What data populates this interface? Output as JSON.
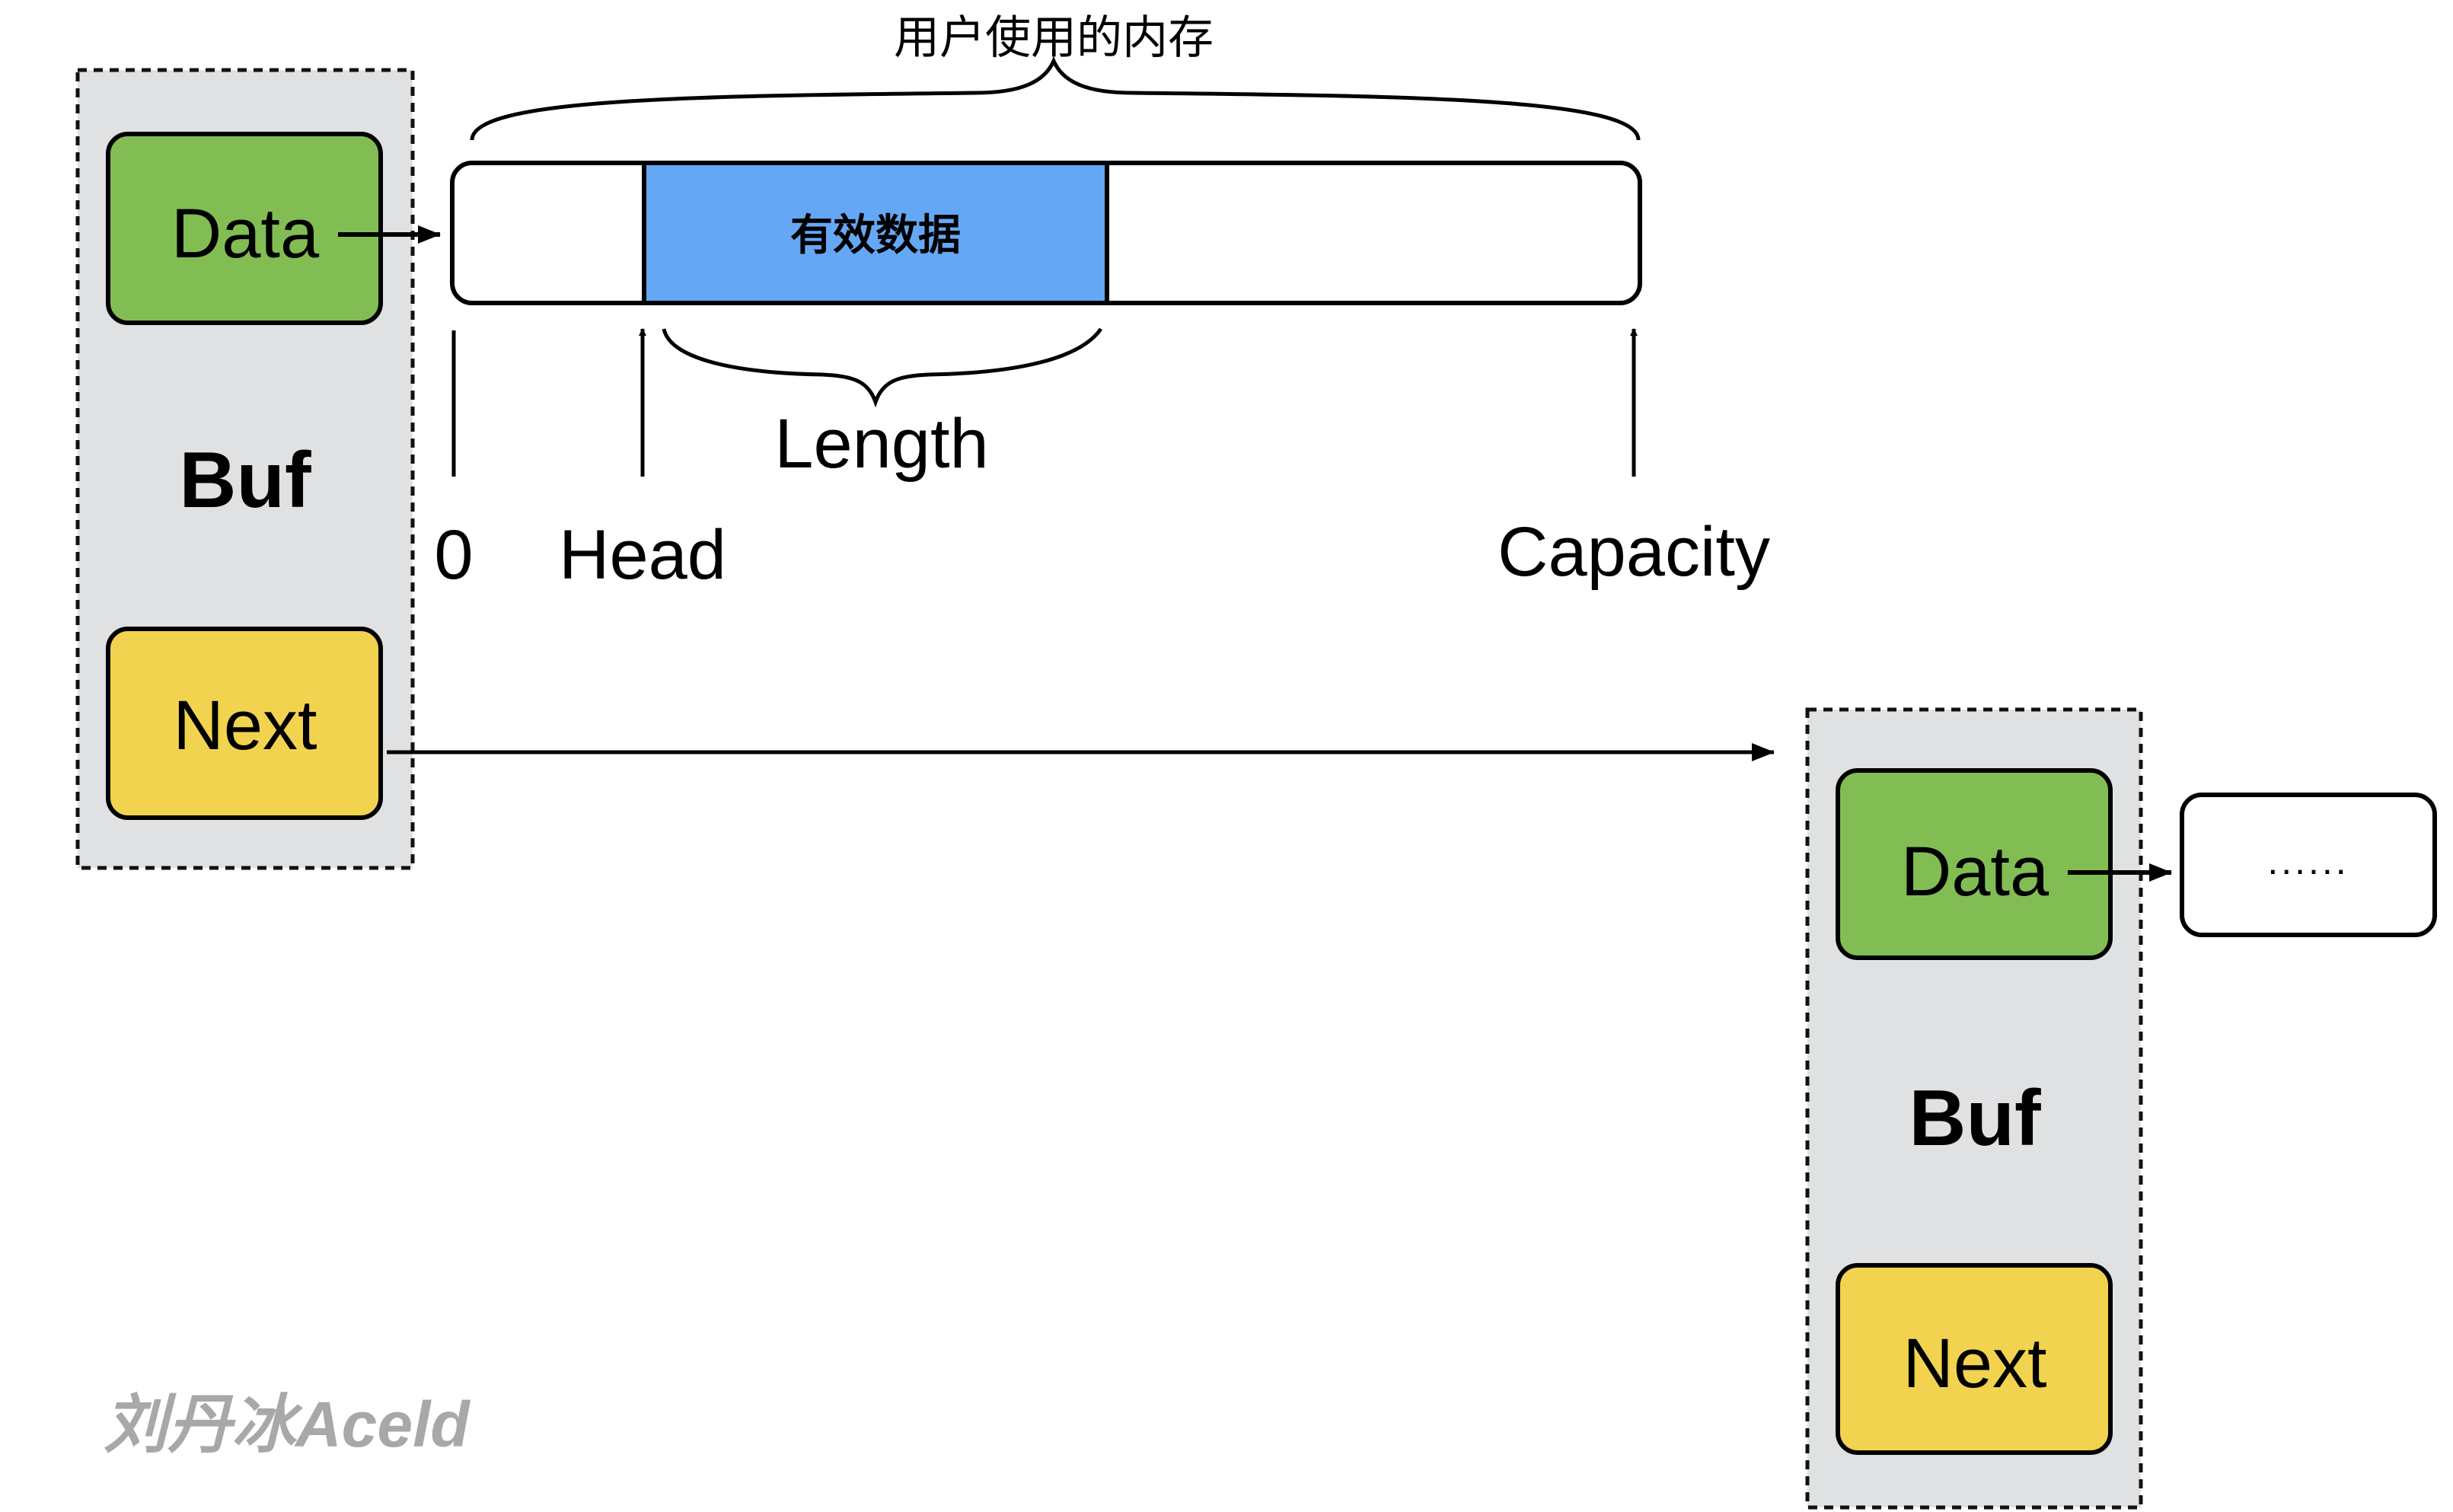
{
  "memory_caption": "用户使用的内存",
  "valid_data_label": "有效数据",
  "length_label": "Length",
  "offsets": {
    "zero": "0",
    "head": "Head",
    "capacity": "Capacity"
  },
  "buf1": {
    "title": "Buf",
    "data_label": "Data",
    "next_label": "Next"
  },
  "buf2": {
    "title": "Buf",
    "data_label": "Data",
    "next_label": "Next"
  },
  "next_memory_label": "......",
  "watermark": "刘丹冰Aceld",
  "colors": {
    "buf_bg": "#e0e1e3",
    "data_green": "#82bd54",
    "next_yellow": "#f2d34f",
    "valid_blue": "#64a7f5",
    "watermark": "#a8a8a8"
  }
}
